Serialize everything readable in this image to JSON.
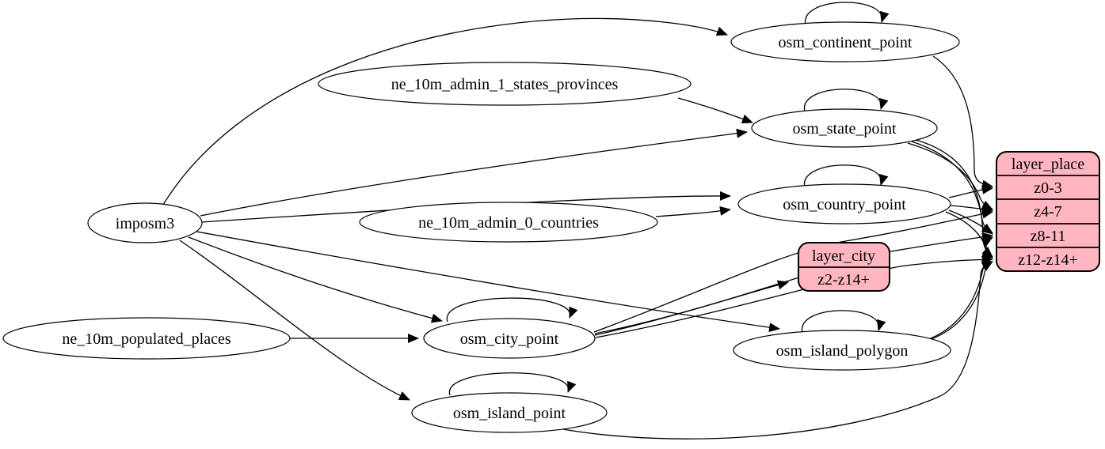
{
  "diagram": {
    "colors": {
      "background": "#ffffff",
      "line": "#000000",
      "record_fill": "#ffb6c1",
      "node_fill": "#ffffff"
    },
    "nodes": {
      "imposm3": {
        "label": "imposm3",
        "shape": "ellipse"
      },
      "ne_10m_admin_1_states_provinces": {
        "label": "ne_10m_admin_1_states_provinces",
        "shape": "ellipse"
      },
      "ne_10m_admin_0_countries": {
        "label": "ne_10m_admin_0_countries",
        "shape": "ellipse"
      },
      "ne_10m_populated_places": {
        "label": "ne_10m_populated_places",
        "shape": "ellipse"
      },
      "osm_continent_point": {
        "label": "osm_continent_point",
        "shape": "ellipse",
        "self_loop": true
      },
      "osm_state_point": {
        "label": "osm_state_point",
        "shape": "ellipse",
        "self_loop": true
      },
      "osm_country_point": {
        "label": "osm_country_point",
        "shape": "ellipse",
        "self_loop": true
      },
      "osm_city_point": {
        "label": "osm_city_point",
        "shape": "ellipse",
        "self_loop": true
      },
      "osm_island_polygon": {
        "label": "osm_island_polygon",
        "shape": "ellipse",
        "self_loop": true
      },
      "osm_island_point": {
        "label": "osm_island_point",
        "shape": "ellipse",
        "self_loop": true
      }
    },
    "records": {
      "layer_city": {
        "title": "layer_city",
        "rows": [
          "z2-z14+"
        ]
      },
      "layer_place": {
        "title": "layer_place",
        "rows": [
          "z0-3",
          "z4-7",
          "z8-11",
          "z12-z14+"
        ]
      }
    },
    "edges": [
      {
        "from": "imposm3",
        "to": "osm_continent_point"
      },
      {
        "from": "imposm3",
        "to": "osm_state_point"
      },
      {
        "from": "imposm3",
        "to": "osm_country_point"
      },
      {
        "from": "imposm3",
        "to": "osm_city_point"
      },
      {
        "from": "imposm3",
        "to": "osm_island_polygon"
      },
      {
        "from": "imposm3",
        "to": "osm_island_point"
      },
      {
        "from": "ne_10m_admin_1_states_provinces",
        "to": "osm_state_point"
      },
      {
        "from": "ne_10m_admin_0_countries",
        "to": "osm_country_point"
      },
      {
        "from": "ne_10m_populated_places",
        "to": "osm_city_point"
      },
      {
        "from": "osm_continent_point",
        "to": "osm_continent_point"
      },
      {
        "from": "osm_state_point",
        "to": "osm_state_point"
      },
      {
        "from": "osm_country_point",
        "to": "osm_country_point"
      },
      {
        "from": "osm_city_point",
        "to": "osm_city_point"
      },
      {
        "from": "osm_island_polygon",
        "to": "osm_island_polygon"
      },
      {
        "from": "osm_island_point",
        "to": "osm_island_point"
      },
      {
        "from": "osm_continent_point",
        "to": "layer_place:z0-3"
      },
      {
        "from": "osm_country_point",
        "to": "layer_place:z0-3"
      },
      {
        "from": "osm_state_point",
        "to": "layer_place:z4-7"
      },
      {
        "from": "osm_country_point",
        "to": "layer_place:z4-7"
      },
      {
        "from": "osm_city_point",
        "to": "layer_place:z4-7"
      },
      {
        "from": "osm_state_point",
        "to": "layer_place:z8-11"
      },
      {
        "from": "osm_country_point",
        "to": "layer_place:z8-11"
      },
      {
        "from": "osm_city_point",
        "to": "layer_place:z8-11"
      },
      {
        "from": "osm_island_polygon",
        "to": "layer_place:z8-11"
      },
      {
        "from": "osm_state_point",
        "to": "layer_place:z12-z14+"
      },
      {
        "from": "osm_country_point",
        "to": "layer_place:z12-z14+"
      },
      {
        "from": "osm_city_point",
        "to": "layer_place:z12-z14+"
      },
      {
        "from": "osm_island_polygon",
        "to": "layer_place:z12-z14+"
      },
      {
        "from": "osm_island_point",
        "to": "layer_place:z12-z14+"
      },
      {
        "from": "osm_city_point",
        "to": "layer_city:z2-z14+"
      }
    ]
  }
}
